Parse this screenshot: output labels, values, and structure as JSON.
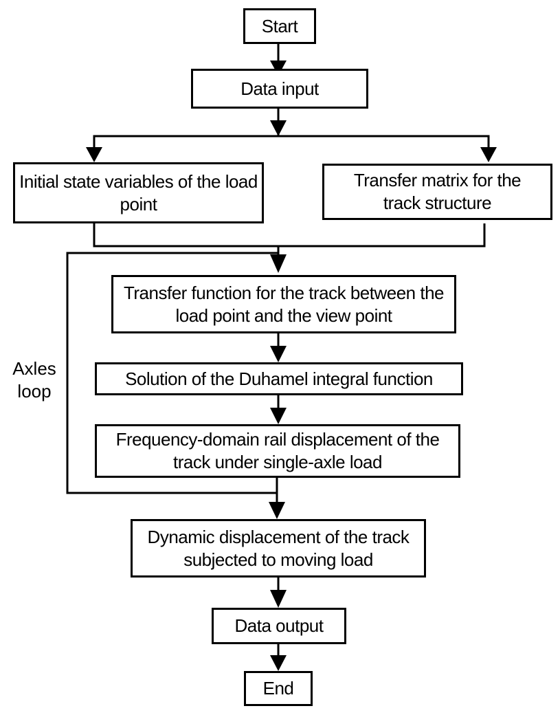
{
  "nodes": {
    "start": "Start",
    "data_input": "Data input",
    "initial_state": "Initial state variables of the load point",
    "transfer_matrix": "Transfer matrix for the track structure",
    "transfer_function": "Transfer function for the track between the load point and the view point",
    "duhamel": "Solution of the Duhamel integral function",
    "freq_domain": "Frequency-domain rail displacement of the track under single-axle load",
    "dynamic_disp": "Dynamic displacement of the track subjected to moving load",
    "data_output": "Data output",
    "end": "End"
  },
  "loop_label": {
    "line1": "Axles",
    "line2": "loop"
  }
}
